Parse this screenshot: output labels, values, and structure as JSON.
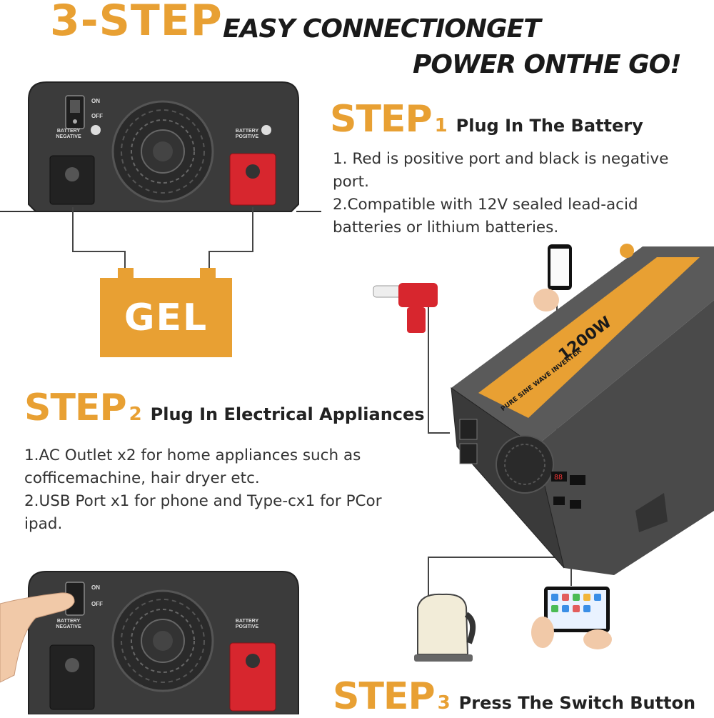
{
  "header": {
    "big": "3-STEP",
    "line1": "EASY CONNECTIONGET",
    "line2": "POWER ONTHE GO!"
  },
  "step1": {
    "word": "STEP",
    "num": "1",
    "title": "Plug In The Battery",
    "lines": [
      "1. Red is positive port and black is negative",
      "port.",
      "2.Compatible with 12V sealed lead-acid",
      "batteries or lithium batteries."
    ]
  },
  "step2": {
    "word": "STEP",
    "num": "2",
    "title": "Plug In Electrical Appliances",
    "lines": [
      "1.AC Outlet x2 for home appliances such as",
      "cofficemachine, hair dryer etc.",
      "2.USB Port x1 for phone and Type-cx1 for PCor",
      "ipad."
    ]
  },
  "step3": {
    "word": "STEP",
    "num": "3",
    "title": "Press The Switch Button"
  },
  "battery": {
    "label": "GEL"
  },
  "panel": {
    "on": "ON",
    "off": "OFF",
    "neg": "BATTERY NEGATIVE",
    "pos": "BATTERY POSITIVE"
  },
  "inverter": {
    "model": "1200W",
    "desc": "PURE SINE WAVE INVERTER"
  },
  "colors": {
    "accent": "#E8A033",
    "panel": "#3a3a3a",
    "terminal_red": "#D7262E"
  }
}
